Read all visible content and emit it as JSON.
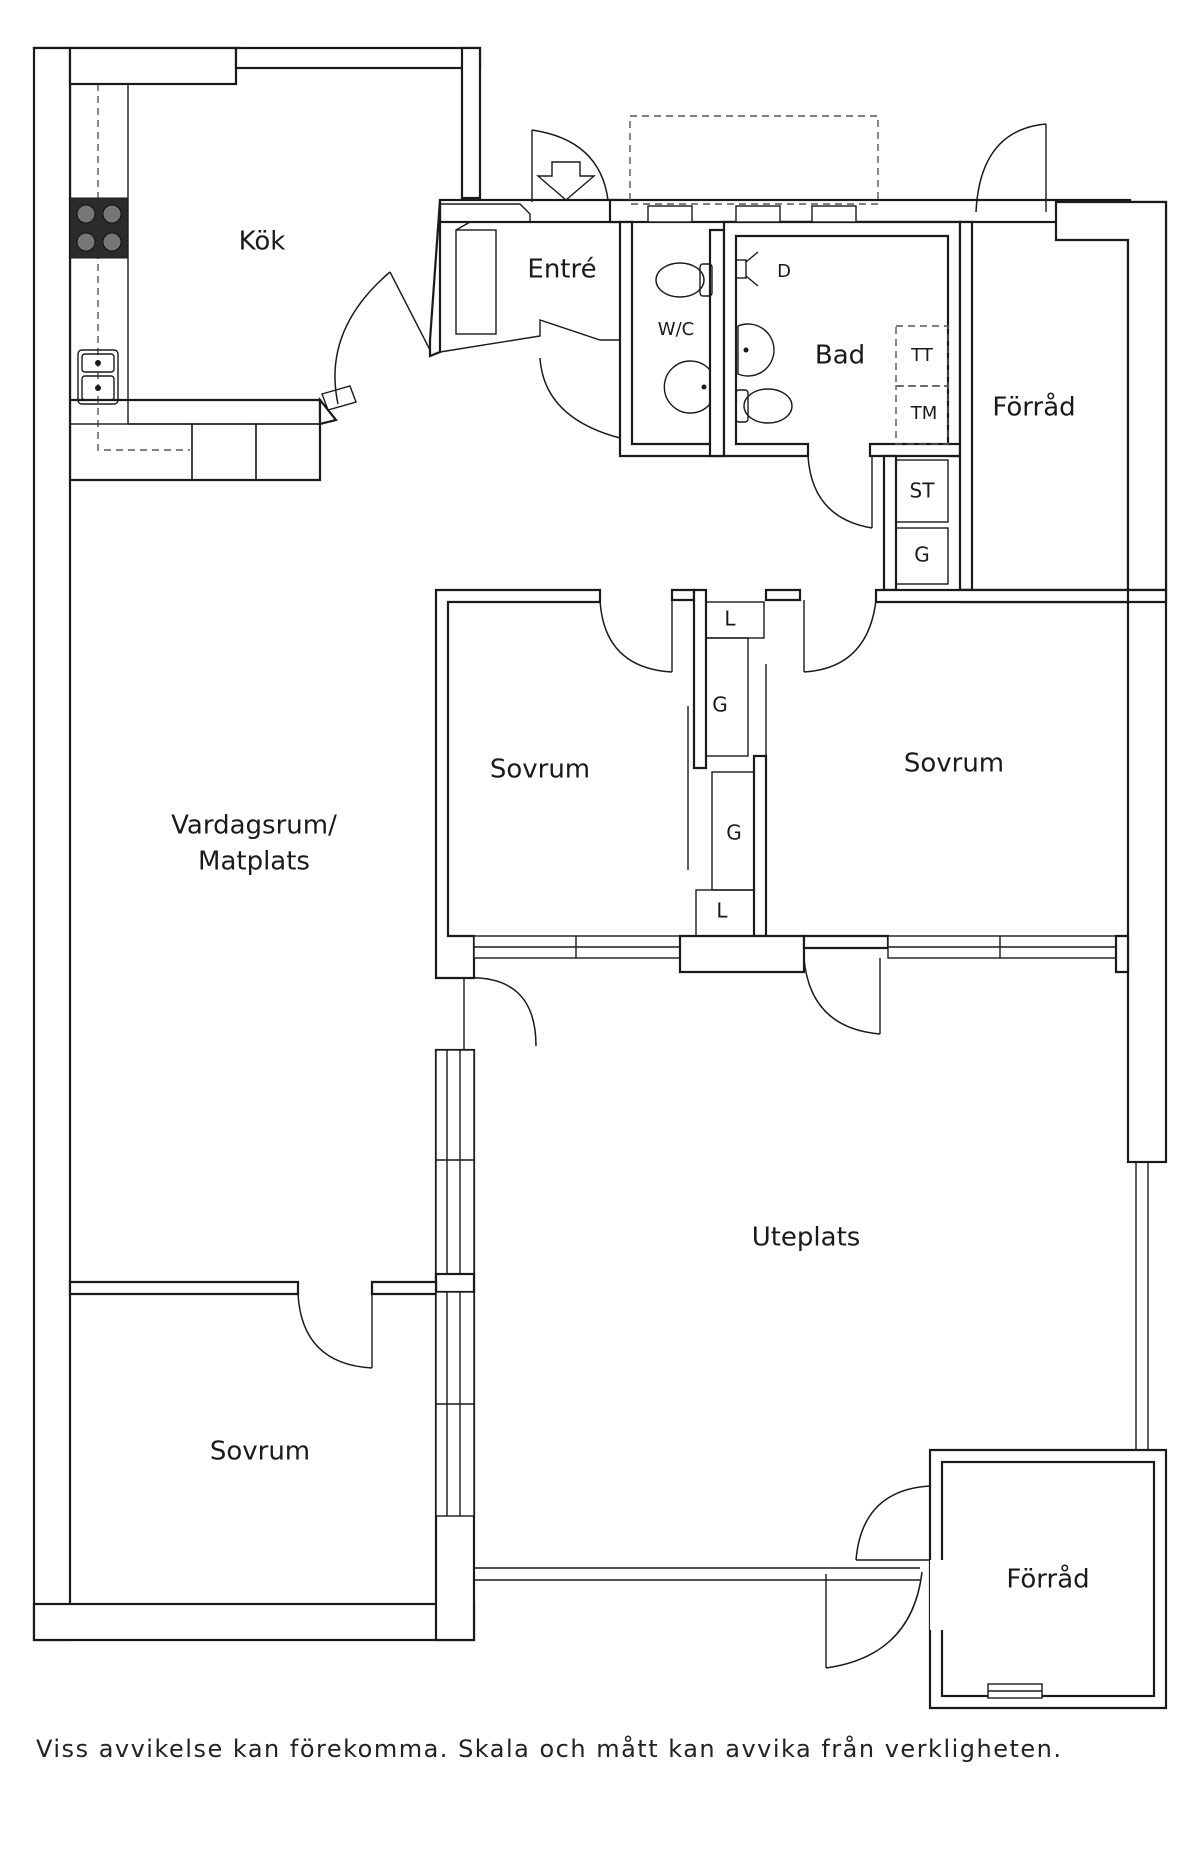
{
  "rooms": {
    "kok": "Kök",
    "entre": "Entré",
    "wc": "W/C",
    "bad": "Bad",
    "forrad_top": "Förråd",
    "vardagsrum_line1": "Vardagsrum/",
    "vardagsrum_line2": "Matplats",
    "sovrum_mid": "Sovrum",
    "sovrum_right": "Sovrum",
    "sovrum_bottom": "Sovrum",
    "uteplats": "Uteplats",
    "forrad_bottom": "Förråd"
  },
  "fixtures": {
    "d": "D",
    "tt": "TT",
    "tm": "TM",
    "st": "ST",
    "g_hall": "G",
    "l_top": "L",
    "g_upper": "G",
    "g_lower": "G",
    "l_bottom": "L"
  },
  "colors": {
    "line": "#1a1a1a",
    "hob": "#2b2b2b"
  },
  "disclaimer": "Viss avvikelse kan förekomma. Skala och mått kan avvika från verkligheten."
}
